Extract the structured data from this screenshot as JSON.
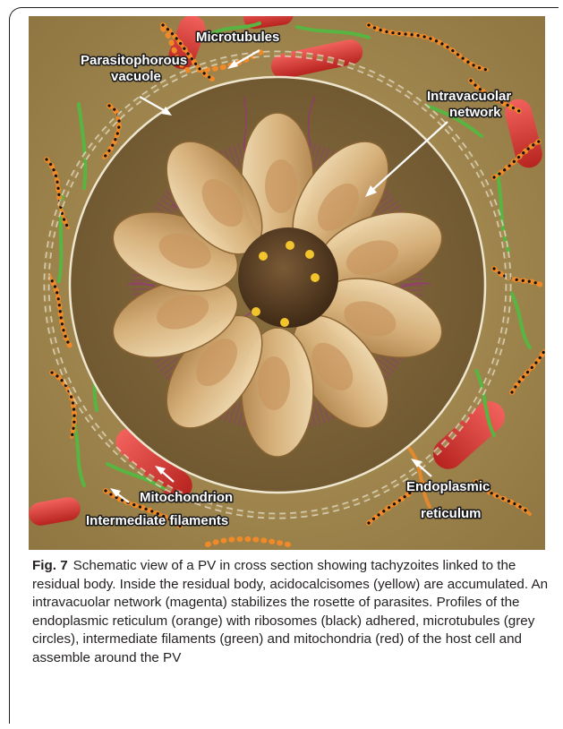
{
  "figure": {
    "number": "Fig. 7",
    "caption": "Schematic view of a PV in cross section showing tachyzoites linked to the residual body. Inside the residual body, acidocalcisomes (yellow) are accumulated. An intravacuolar network (magenta) stabilizes the rosette of parasites. Profiles of the endoplasmic reticulum (orange) with ribosomes (black) adhered, microtubules (grey circles), intermediate filaments (green) and mitochondria (red) of the host cell and assemble around the PV"
  },
  "labels": {
    "microtubules": "Microtubules",
    "pv_line1": "Parasitophorous",
    "pv_line2": "vacuole",
    "ivn_line1": "Intravacuolar",
    "ivn_line2": "network",
    "mitochondrion": "Mitochondrion",
    "intermediate_filaments": "Intermediate filaments",
    "er_line1": "Endoplasmic",
    "er_line2": "reticulum"
  },
  "colors": {
    "background": "#a48a4f",
    "vacuole_lumen": "#7d6537",
    "residual_body": "#5a3f25",
    "acidocalcisome": "#f3c52d",
    "intravacuolar_network": "#a12c8e",
    "endoplasmic_reticulum": "#f08a28",
    "ribosome": "#111111",
    "microtubule": "#d8d2c0",
    "intermediate_filament": "#58b541",
    "mitochondrion": "#e83b37",
    "tachyzoite": "#e4c69a"
  }
}
